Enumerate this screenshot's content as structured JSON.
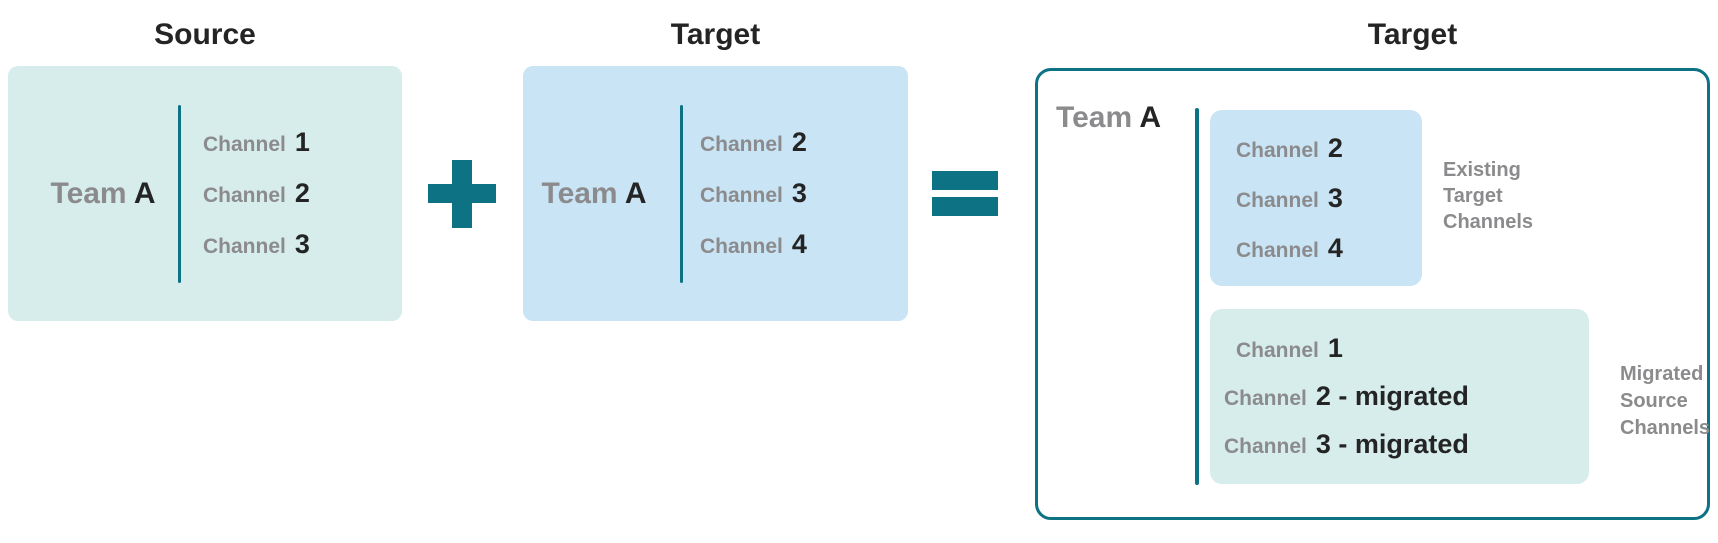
{
  "colors": {
    "teal": "#0e7285",
    "mint": "#d7edeb",
    "blue": "#c9e4f4",
    "gray_text": "#8b8b8d",
    "dark_text": "#242424"
  },
  "operators": {
    "plus": "+",
    "equals": "="
  },
  "panels": {
    "source": {
      "title": "Source",
      "team_prefix": "Team",
      "team_name": "A",
      "channels": [
        {
          "label": "Channel",
          "num": "1"
        },
        {
          "label": "Channel",
          "num": "2"
        },
        {
          "label": "Channel",
          "num": "3"
        }
      ]
    },
    "target": {
      "title": "Target",
      "team_prefix": "Team",
      "team_name": "A",
      "channels": [
        {
          "label": "Channel",
          "num": "2"
        },
        {
          "label": "Channel",
          "num": "3"
        },
        {
          "label": "Channel",
          "num": "4"
        }
      ]
    },
    "result": {
      "title": "Target",
      "team_prefix": "Team",
      "team_name": "A",
      "existing_channels": [
        {
          "label": "Channel",
          "num": "2"
        },
        {
          "label": "Channel",
          "num": "3"
        },
        {
          "label": "Channel",
          "num": "4"
        }
      ],
      "existing_caption": [
        "Existing",
        "Target",
        "Channels"
      ],
      "migrated_channels": [
        {
          "label": "Channel",
          "num": "1"
        },
        {
          "label": "Channel",
          "num": "2 - migrated"
        },
        {
          "label": "Channel",
          "num": "3 - migrated"
        }
      ],
      "migrated_caption": [
        "Migrated",
        "Source",
        "Channels"
      ]
    }
  }
}
